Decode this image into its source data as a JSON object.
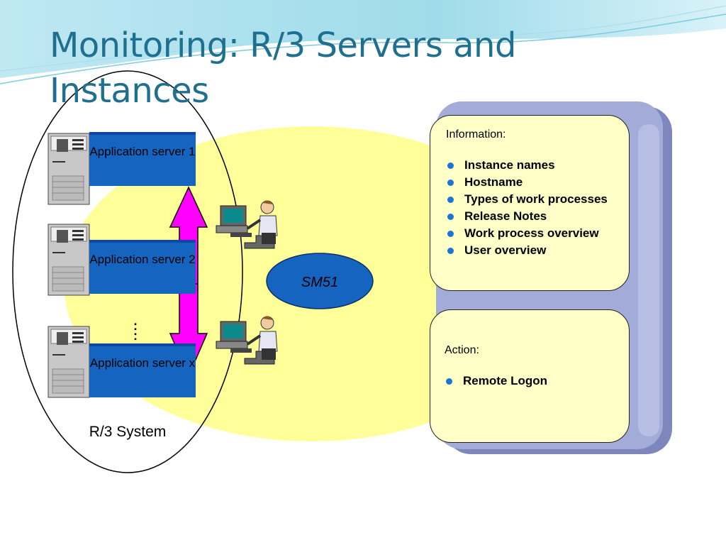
{
  "title": "Monitoring: R/3 Servers and Instances",
  "servers": [
    {
      "label": "Application server 1"
    },
    {
      "label": "Application server 2"
    },
    {
      "label": "Application server x"
    }
  ],
  "ellipsis": ":\n:",
  "system_label": "R/3 System",
  "transaction": "SM51",
  "information": {
    "heading": "Information:",
    "items": [
      "Instance names",
      "Hostname",
      "Types of work processes",
      "Release Notes",
      "Work process overview",
      "User overview"
    ]
  },
  "action": {
    "heading": "Action:",
    "items": [
      "Remote Logon"
    ]
  },
  "colors": {
    "title": "#1f6f8f",
    "server_box": "#1565c0",
    "yellow_area": "#ffff99",
    "card_fill": "#ffffc8",
    "panel_fill": "#9aa3cf",
    "arrow": "#ff00ff",
    "bullet": "#1976d2",
    "sm51_fill": "#1565c0"
  }
}
